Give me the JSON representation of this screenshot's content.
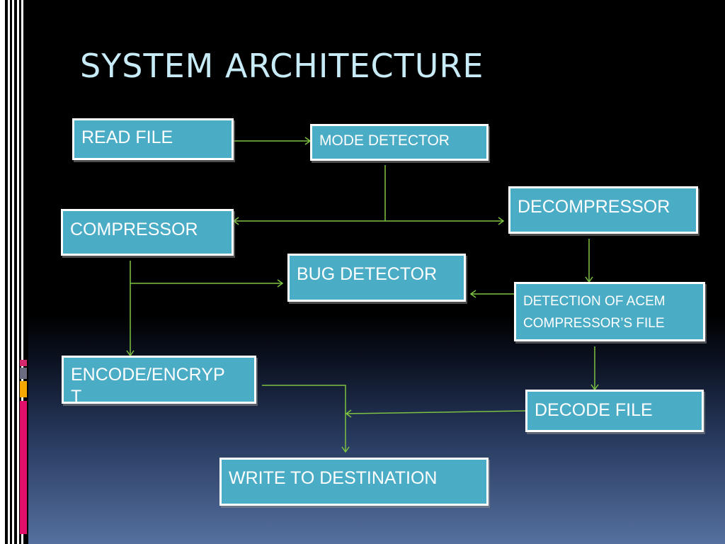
{
  "slide": {
    "title": "SYSTEM ARCHITECTURE"
  },
  "diagram": {
    "nodes": {
      "read_file": "READ FILE",
      "mode_detector": "MODE DETECTOR",
      "decompressor": "DECOMPRESSOR",
      "compressor": "COMPRESSOR",
      "bug_detector": "BUG DETECTOR",
      "detection_line1": "DETECTION OF ACEM",
      "detection_line2": "COMPRESSOR’S FILE",
      "encode_encrypt_line1": "ENCODE/ENCRYP",
      "encode_encrypt_line2": "T",
      "decode_file": "DECODE FILE",
      "write_destination": "WRITE TO DESTINATION"
    },
    "colors": {
      "box_fill": "#4bacc6",
      "box_border": "#ffffff",
      "connector": "#7dc242",
      "title_text": "#c8ecf7"
    }
  }
}
